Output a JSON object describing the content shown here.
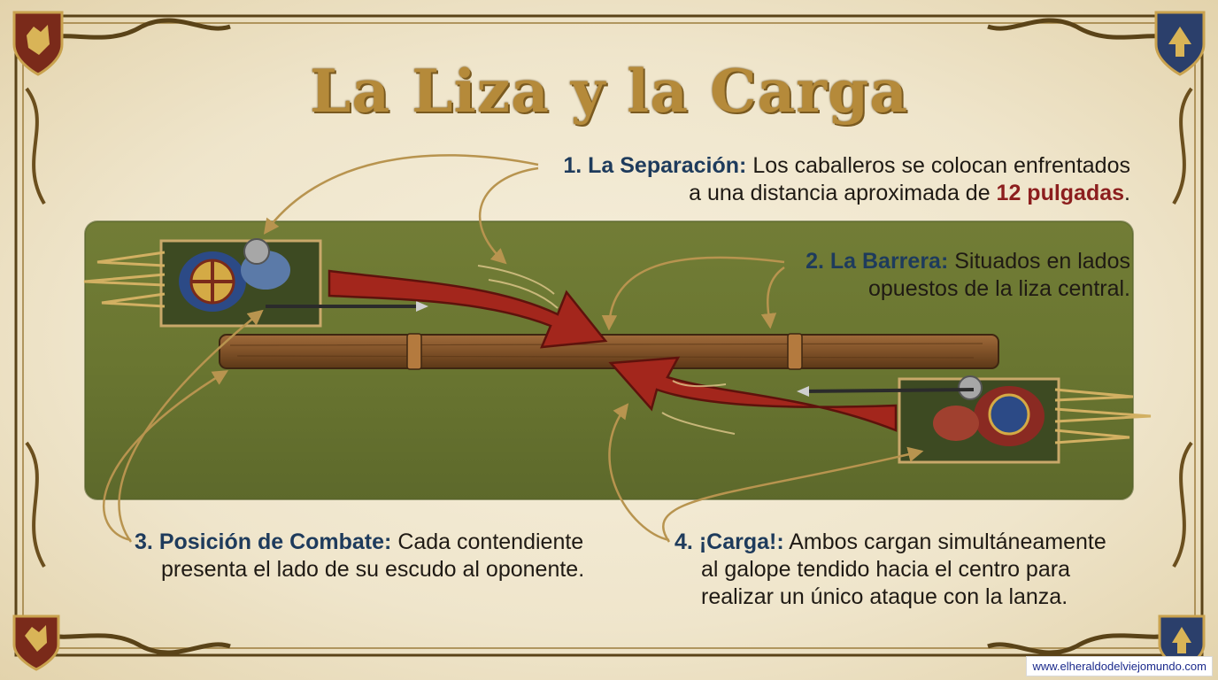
{
  "title": "La Liza y la Carga",
  "steps": [
    {
      "number": "1.",
      "heading": "La Separación:",
      "line1": "Los caballeros se colocan enfrentados",
      "line2_pre": "a una distancia aproximada de ",
      "highlight": "12 pulgadas",
      "line2_post": "."
    },
    {
      "number": "2.",
      "heading": "La Barrera:",
      "line1": "Situados en lados",
      "line2": "opuestos de la liza central."
    },
    {
      "number": "3.",
      "heading": "Posición de Combate:",
      "line1": "Cada contendiente",
      "line2": "presenta el lado de su escudo al oponente."
    },
    {
      "number": "4.",
      "heading": "¡Carga!:",
      "line1": "Ambos cargan simultáneamente",
      "line2": "al galope tendido hacia el centro para",
      "line3": "realizar un único ataque con la lanza."
    }
  ],
  "website": "www.elheraldodelviejomundo.com",
  "colors": {
    "title_gold": "#b58a3a",
    "heading_blue": "#1e3b5c",
    "highlight_red": "#8c1e1e",
    "arrow_red": "#a3261c",
    "grass": "#6e7a33",
    "wood": "#8a5a30",
    "parchment": "#efe6cf"
  },
  "icons": [
    "lion-heraldry-icon",
    "tree-heraldry-icon",
    "knight-figure-icon",
    "barrier-icon"
  ]
}
